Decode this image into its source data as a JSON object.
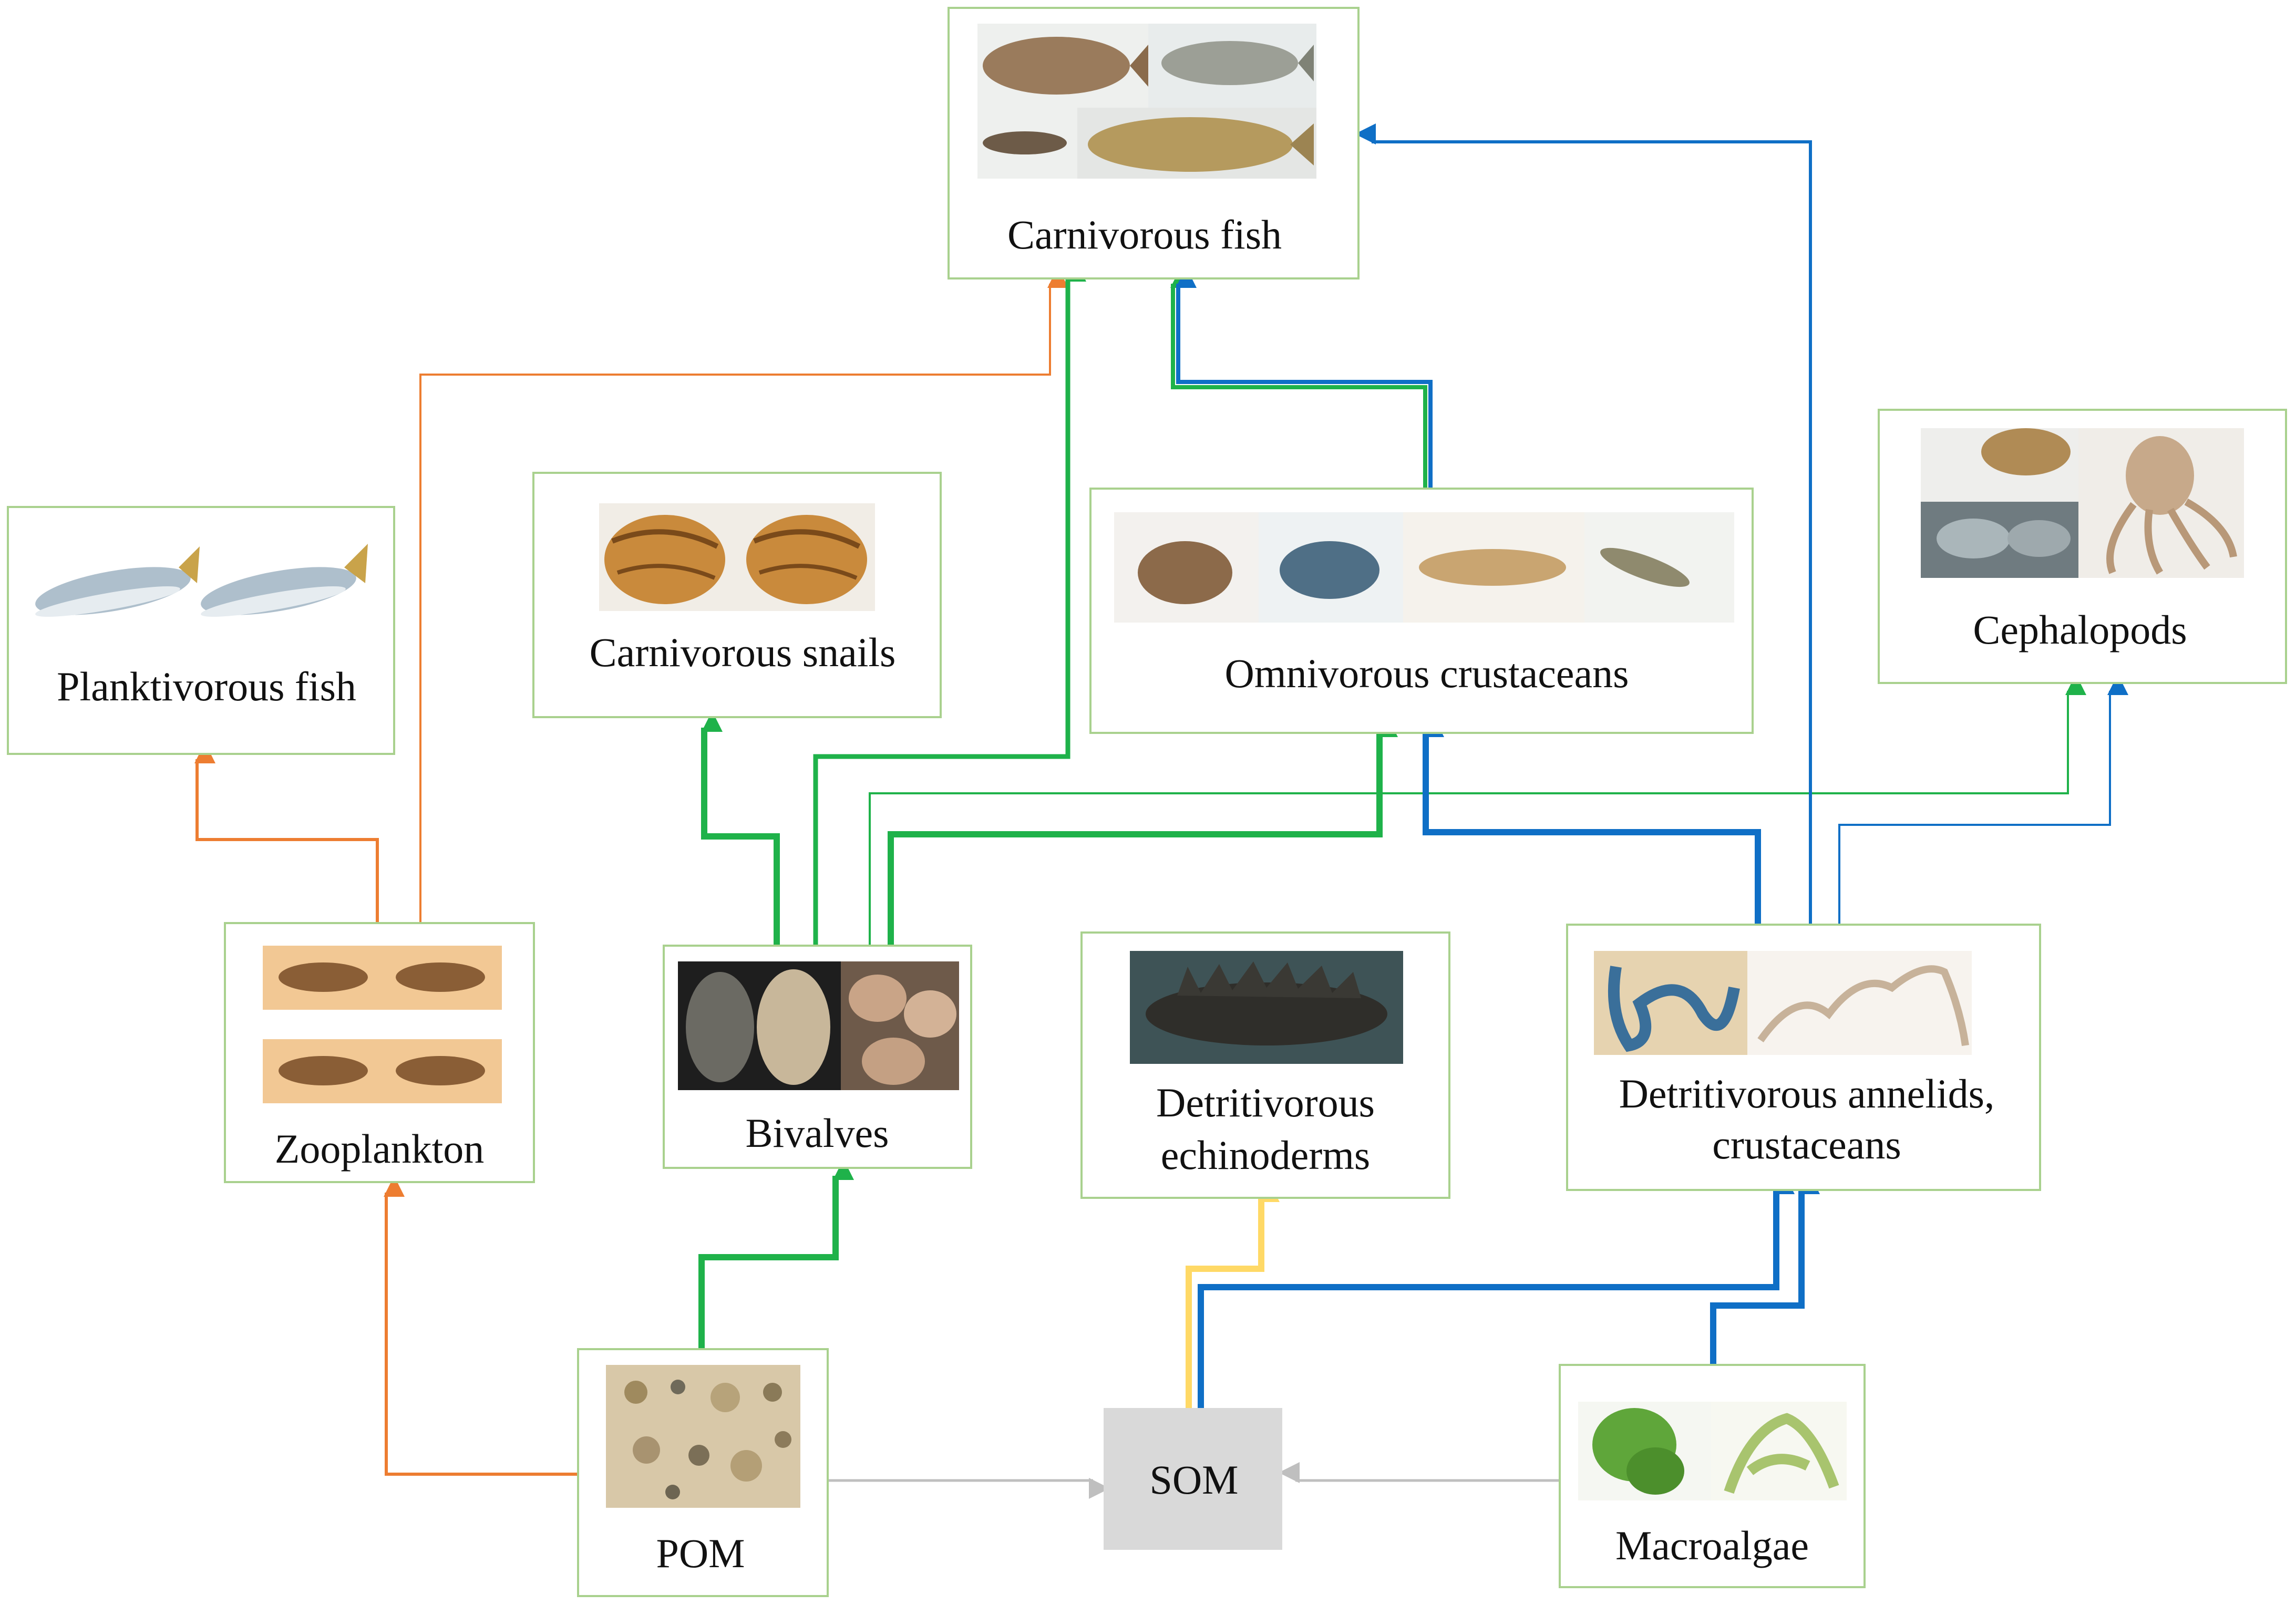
{
  "colors": {
    "box_border": "#a9d18e",
    "som_fill": "#d9d9d9",
    "orange": "#ed7d31",
    "green": "#1fb24a",
    "blue": "#0f6fc6",
    "yellow": "#ffd966",
    "gray": "#bfbfbf"
  },
  "nodes": {
    "carnivorous_fish": {
      "label": "Carnivorous fish"
    },
    "planktivorous_fish": {
      "label": "Planktivorous fish"
    },
    "carnivorous_snails": {
      "label": "Carnivorous snails"
    },
    "omnivorous_crustaceans": {
      "label": "Omnivorous crustaceans"
    },
    "cephalopods": {
      "label": "Cephalopods"
    },
    "zooplankton": {
      "label": "Zooplankton"
    },
    "bivalves": {
      "label": "Bivalves"
    },
    "detritivorous_echinoderms": {
      "label_line1": "Detritivorous",
      "label_line2": "echinoderms"
    },
    "detritivorous_annelids": {
      "label_line1": "Detritivorous annelids,",
      "label_line2": "crustaceans"
    },
    "pom": {
      "label": "POM"
    },
    "som": {
      "label": "SOM"
    },
    "macroalgae": {
      "label": "Macroalgae"
    }
  },
  "links": [
    {
      "from": "POM",
      "to": "Zooplankton",
      "color": "orange"
    },
    {
      "from": "Zooplankton",
      "to": "Planktivorous fish",
      "color": "orange"
    },
    {
      "from": "Zooplankton",
      "to": "Carnivorous fish",
      "color": "orange"
    },
    {
      "from": "POM",
      "to": "Bivalves",
      "color": "green"
    },
    {
      "from": "Bivalves",
      "to": "Carnivorous snails",
      "color": "green"
    },
    {
      "from": "Bivalves",
      "to": "Carnivorous fish",
      "color": "green"
    },
    {
      "from": "Bivalves",
      "to": "Omnivorous crustaceans",
      "color": "green"
    },
    {
      "from": "Bivalves",
      "to": "Cephalopods",
      "color": "green"
    },
    {
      "from": "Omnivorous crustaceans",
      "to": "Carnivorous fish",
      "color": "green"
    },
    {
      "from": "Omnivorous crustaceans",
      "to": "Carnivorous fish",
      "color": "blue"
    },
    {
      "from": "SOM",
      "to": "Detritivorous echinoderms",
      "color": "yellow"
    },
    {
      "from": "SOM",
      "to": "Detritivorous annelids, crustaceans",
      "color": "blue"
    },
    {
      "from": "Macroalgae",
      "to": "Detritivorous annelids, crustaceans",
      "color": "blue"
    },
    {
      "from": "Detritivorous annelids, crustaceans",
      "to": "Omnivorous crustaceans",
      "color": "blue"
    },
    {
      "from": "Detritivorous annelids, crustaceans",
      "to": "Carnivorous fish",
      "color": "blue"
    },
    {
      "from": "Detritivorous annelids, crustaceans",
      "to": "Cephalopods",
      "color": "blue"
    },
    {
      "from": "POM",
      "to": "SOM",
      "color": "gray"
    },
    {
      "from": "Macroalgae",
      "to": "SOM",
      "color": "gray"
    }
  ]
}
